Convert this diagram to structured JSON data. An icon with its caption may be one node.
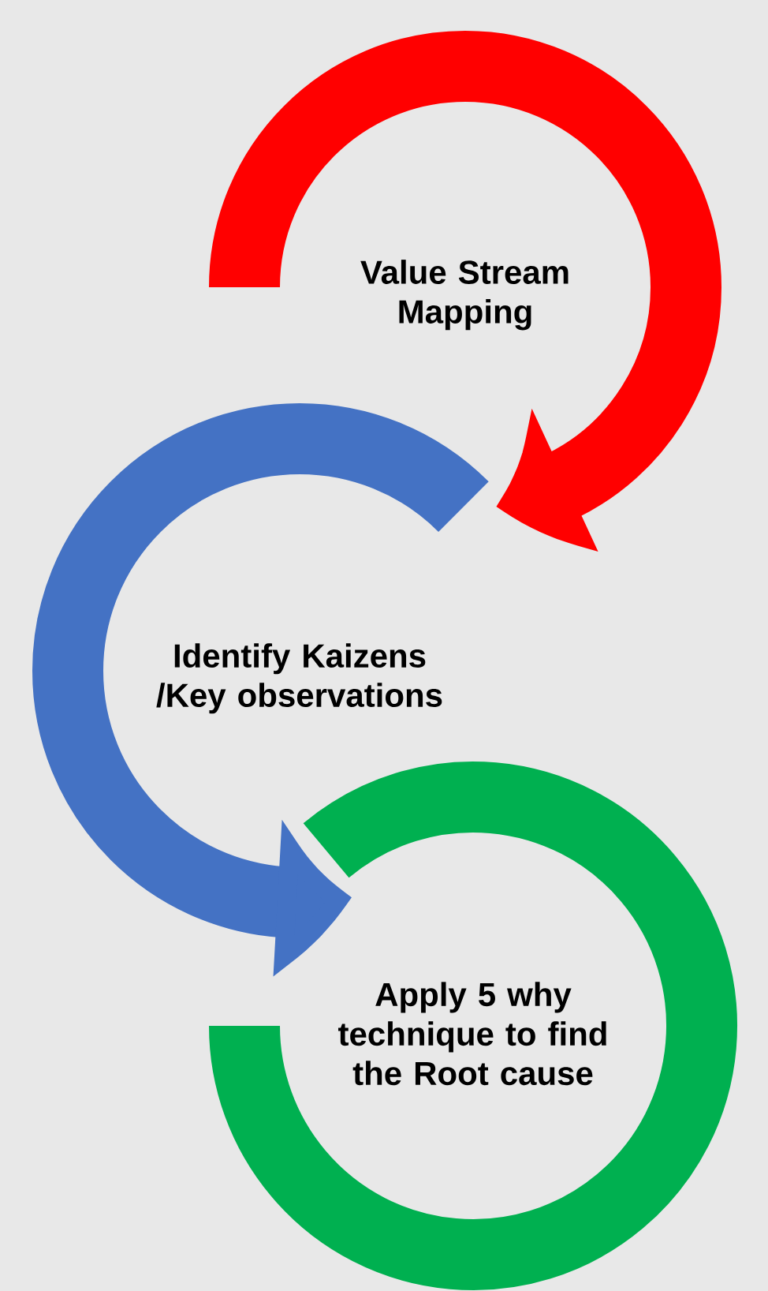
{
  "diagram": {
    "nodes": [
      {
        "text": [
          "Value Stream Mapping"
        ]
      },
      {
        "text": [
          "Identify Kaizens /Key observations"
        ]
      },
      {
        "text": [
          "Apply 5 why technique to find the Root cause"
        ]
      }
    ]
  }
}
